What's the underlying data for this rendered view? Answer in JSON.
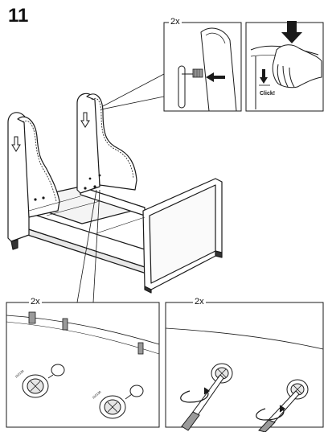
{
  "step": {
    "number": "11"
  },
  "callouts": {
    "top_detail_qty": "2x",
    "bottom_left_qty": "2x",
    "bottom_right_qty": "2x",
    "click_label": "Click!",
    "cam_code_1": "110136",
    "cam_code_2": "110136"
  },
  "icons": [
    "push-arrow-icon",
    "down-arrow-icon",
    "hand-icon",
    "screwdriver-icon",
    "rotation-arrow-icon",
    "cam-lock-icon",
    "dowel-icon"
  ],
  "colors": {
    "line": "#1a1a1a",
    "shade": "#9a9a9a",
    "light_shade": "#d6d6d6"
  }
}
